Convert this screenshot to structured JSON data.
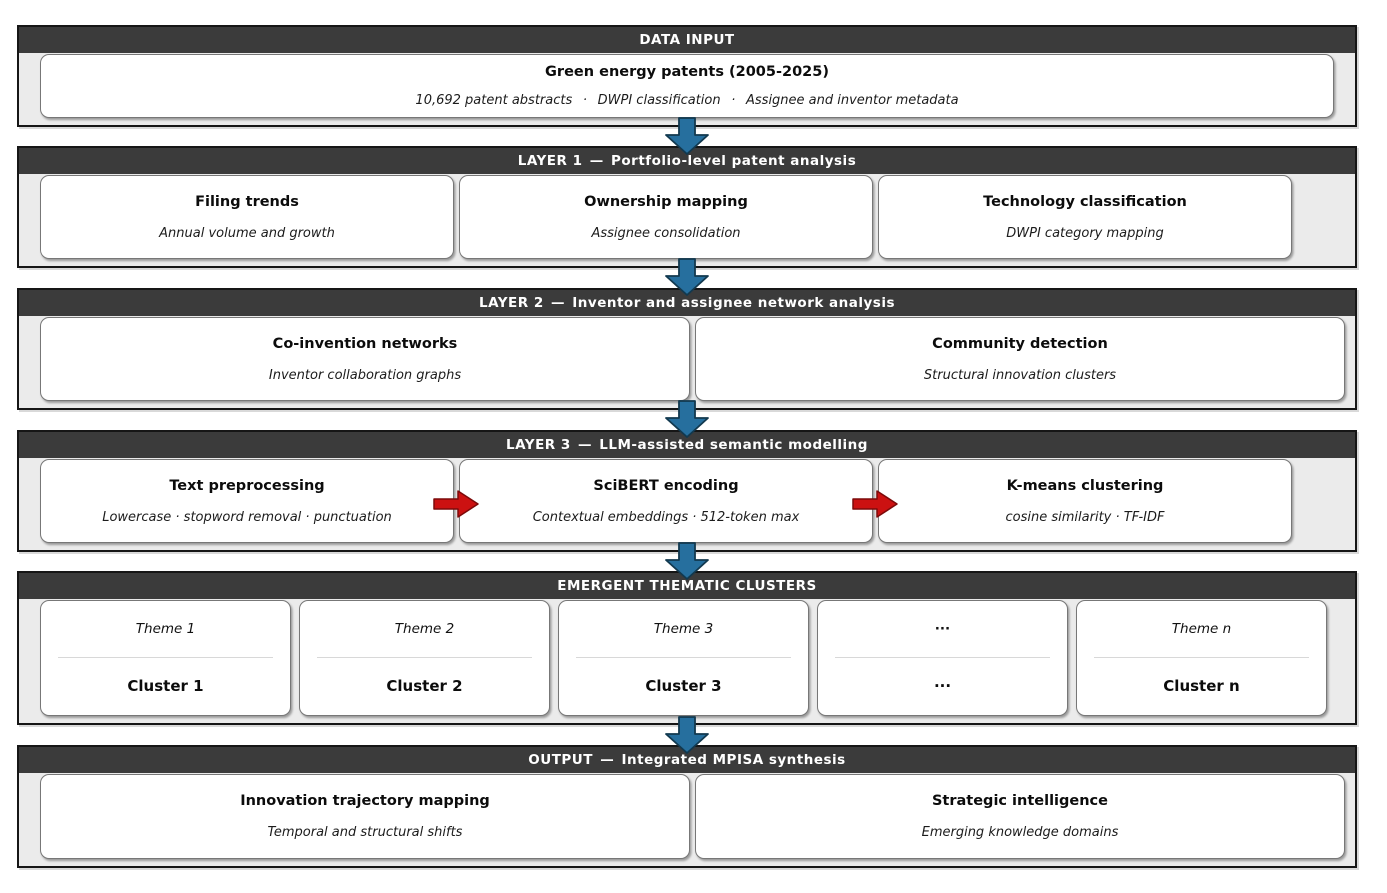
{
  "colors": {
    "band_header_bg": "#3b3b3b",
    "band_content_bg": "#ebebeb",
    "down_arrow_fill": "#266f9e",
    "down_arrow_stroke": "#12394f",
    "right_arrow_fill": "#cc1111",
    "right_arrow_stroke": "#7c0a0a"
  },
  "sections": [
    {
      "id": "data-input",
      "header": "DATA INPUT",
      "boxes": [
        {
          "title": "Green energy patents (2005-2025)",
          "subtitle": "10,692 patent abstracts  ·  DWPI classification  ·  Assignee and inventor metadata"
        }
      ]
    },
    {
      "id": "layer-1",
      "header": "LAYER 1 — Portfolio-level patent analysis",
      "boxes": [
        {
          "title": "Filing trends",
          "subtitle": "Annual volume and growth"
        },
        {
          "title": "Ownership mapping",
          "subtitle": "Assignee consolidation"
        },
        {
          "title": "Technology classification",
          "subtitle": "DWPI category mapping"
        }
      ]
    },
    {
      "id": "layer-2",
      "header": "LAYER 2 — Inventor and assignee network analysis",
      "boxes": [
        {
          "title": "Co-invention networks",
          "subtitle": "Inventor collaboration graphs"
        },
        {
          "title": "Community detection",
          "subtitle": "Structural innovation clusters"
        }
      ]
    },
    {
      "id": "layer-3",
      "header": "LAYER 3 — LLM-assisted semantic modelling",
      "boxes": [
        {
          "title": "Text preprocessing",
          "subtitle": "Lowercase · stopword removal · punctuation"
        },
        {
          "title": "SciBERT encoding",
          "subtitle": "Contextual embeddings · 512-token max"
        },
        {
          "title": "K-means clustering",
          "subtitle": "cosine similarity · TF-IDF"
        }
      ]
    },
    {
      "id": "clusters",
      "header": "EMERGENT THEMATIC CLUSTERS",
      "boxes": [
        {
          "theme": "Theme 1",
          "cluster": "Cluster 1"
        },
        {
          "theme": "Theme 2",
          "cluster": "Cluster 2"
        },
        {
          "theme": "Theme 3",
          "cluster": "Cluster 3"
        },
        {
          "theme": "···",
          "cluster": "···"
        },
        {
          "theme": "Theme n",
          "cluster": "Cluster n"
        }
      ]
    },
    {
      "id": "output",
      "header": "OUTPUT — Integrated MPISA synthesis",
      "boxes": [
        {
          "title": "Innovation trajectory mapping",
          "subtitle": "Temporal and structural shifts"
        },
        {
          "title": "Strategic intelligence",
          "subtitle": "Emerging knowledge domains"
        }
      ]
    }
  ]
}
